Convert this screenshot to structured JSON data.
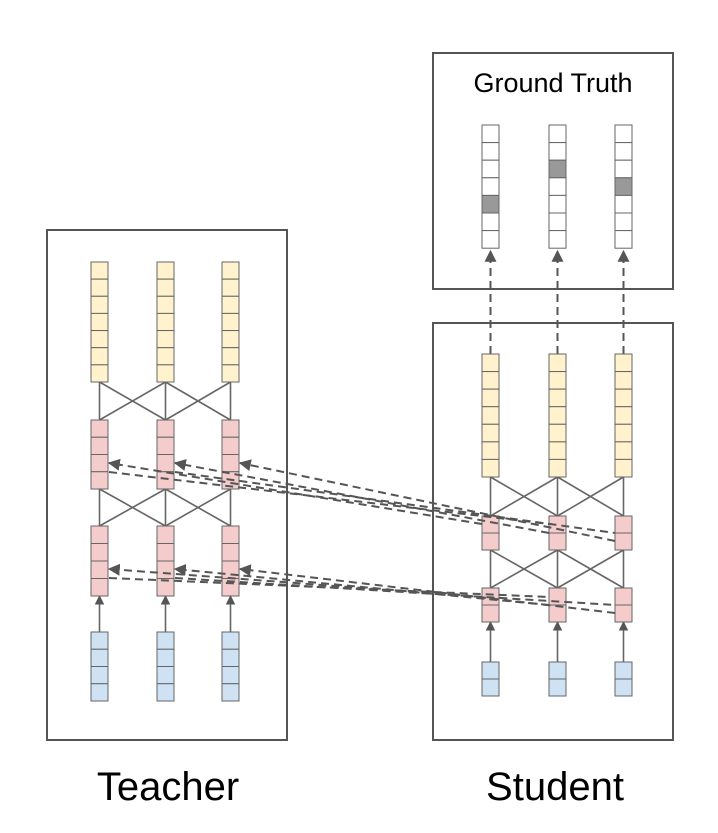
{
  "labels": {
    "ground_truth": "Ground Truth",
    "teacher": "Teacher",
    "student": "Student"
  },
  "colors": {
    "output_layer": "#fff2cc",
    "hidden_layer": "#f4cccc",
    "input_layer": "#cfe2f3",
    "target_cell": "#ffffff",
    "target_cell_active": "#999999",
    "frame": "#555555"
  }
}
